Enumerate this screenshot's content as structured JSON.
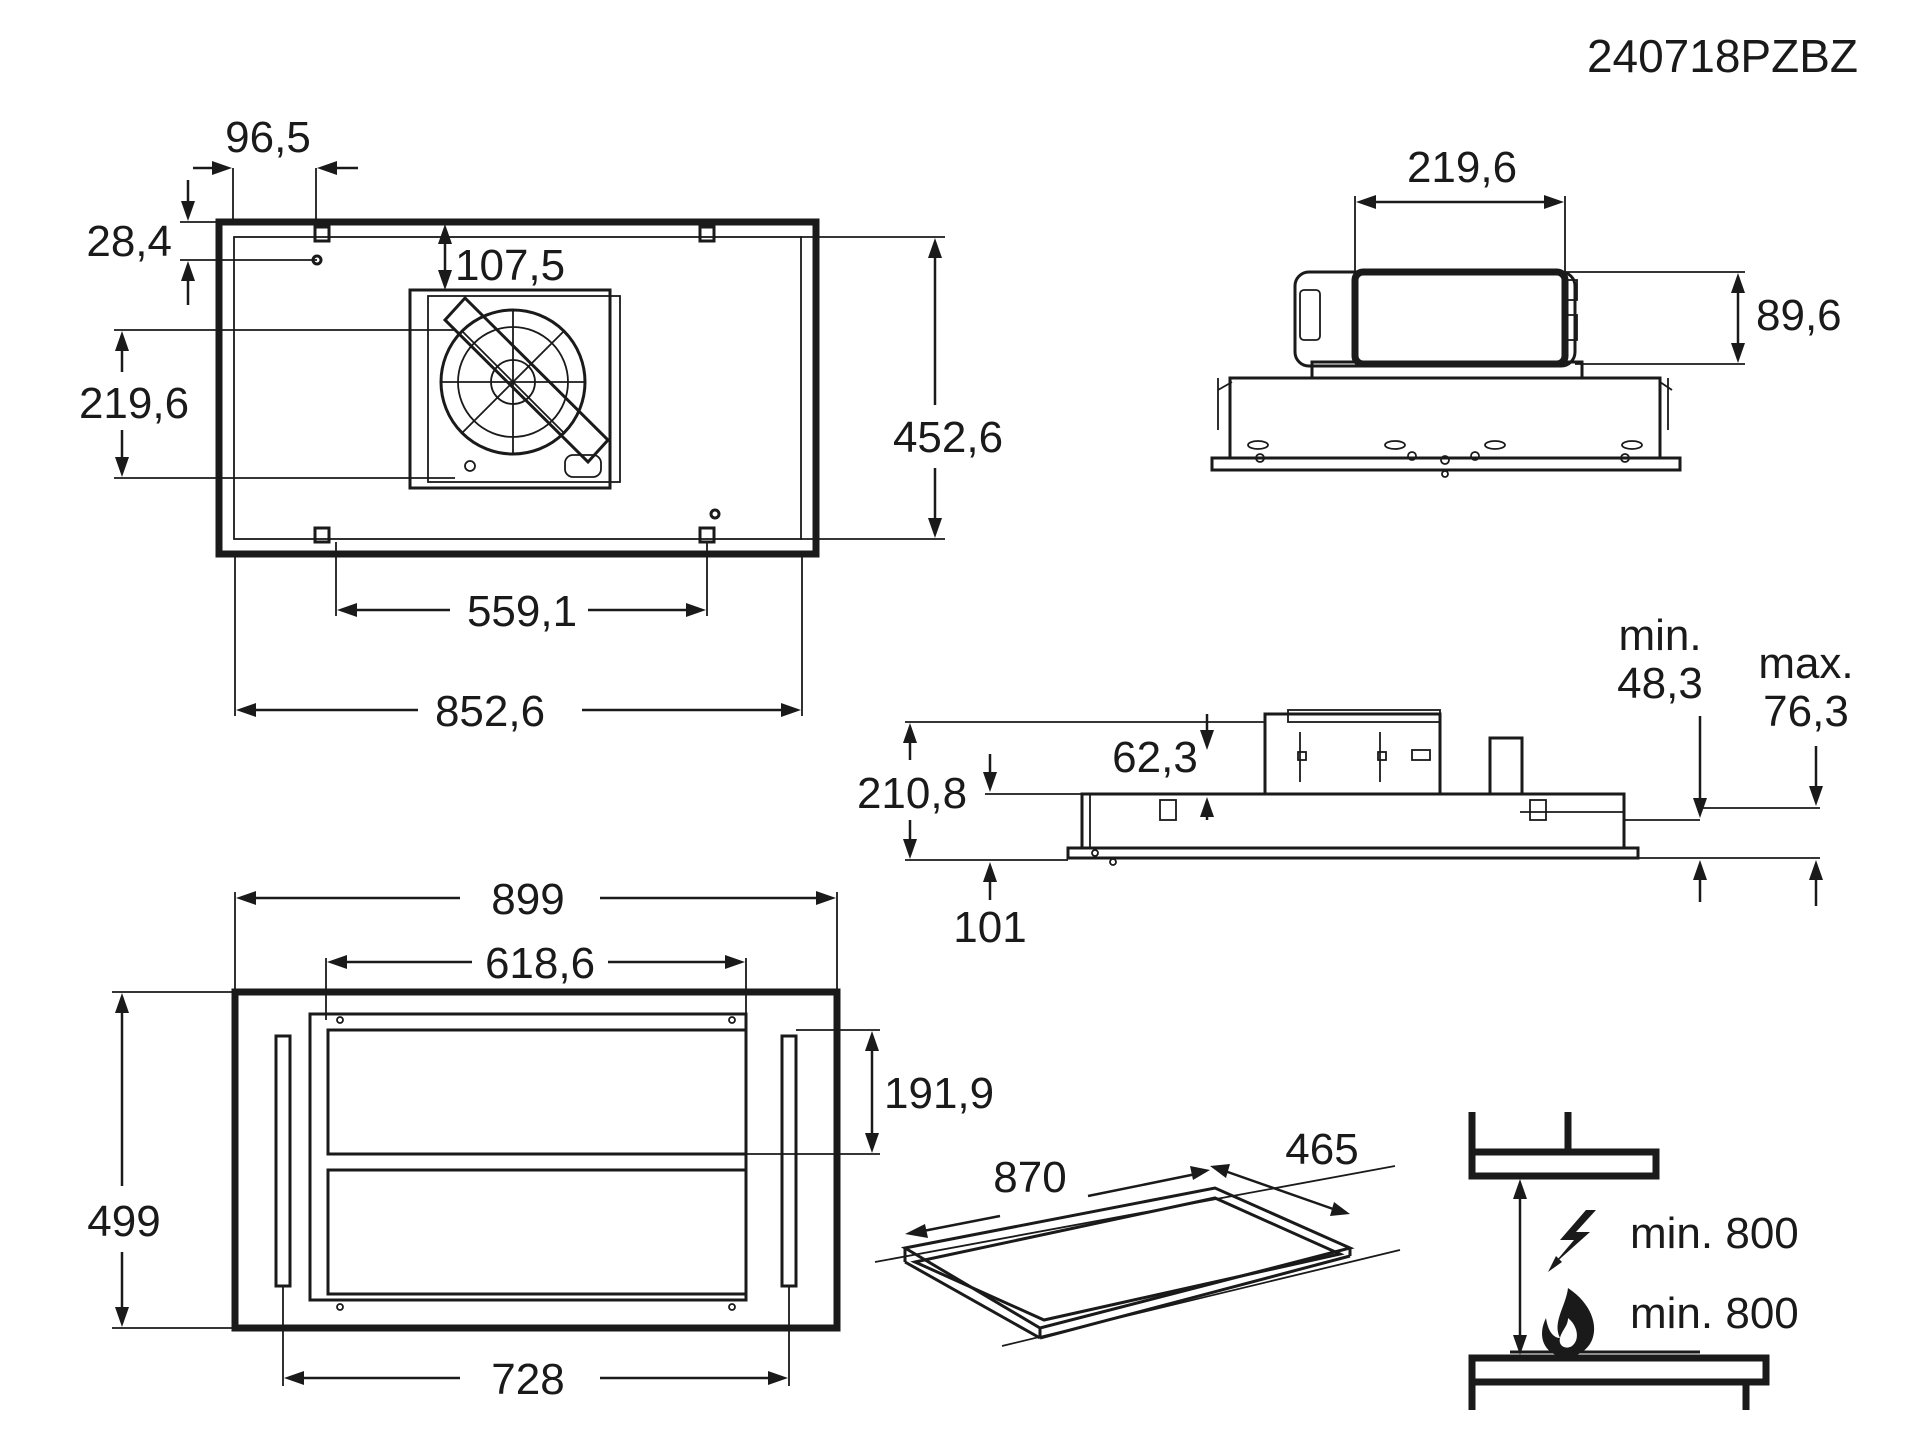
{
  "drawing_code": "240718PZBZ",
  "top_view": {
    "dim_96_5": "96,5",
    "dim_28_4": "28,4",
    "dim_107_5": "107,5",
    "dim_219_6": "219,6",
    "dim_452_6": "452,6",
    "dim_559_1": "559,1",
    "dim_852_6": "852,6"
  },
  "motor_view": {
    "dim_219_6": "219,6",
    "dim_89_6": "89,6"
  },
  "side_view": {
    "dim_210_8": "210,8",
    "dim_62_3": "62,3",
    "dim_101": "101",
    "min_label": "min.",
    "min_value": "48,3",
    "max_label": "max.",
    "max_value": "76,3"
  },
  "bottom_view": {
    "dim_899": "899",
    "dim_618_6": "618,6",
    "dim_191_9": "191,9",
    "dim_499": "499",
    "dim_728": "728"
  },
  "cutout_view": {
    "dim_870": "870",
    "dim_465": "465"
  },
  "clearance": {
    "electric_min": "min. 800",
    "gas_min": "min. 800"
  }
}
